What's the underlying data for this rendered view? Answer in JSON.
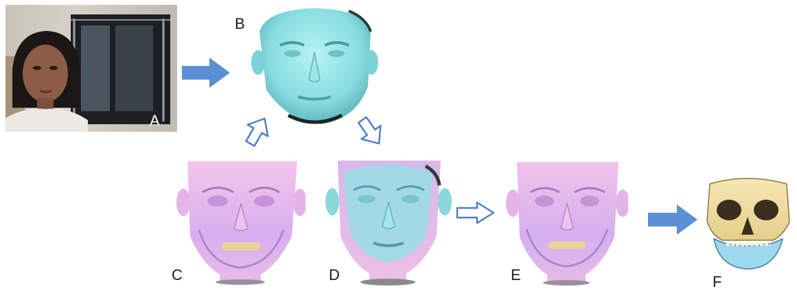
{
  "panels": {
    "a": {
      "label": "A"
    },
    "b": {
      "label": "B"
    },
    "c": {
      "label": "C"
    },
    "d": {
      "label": "D"
    },
    "e": {
      "label": "E"
    },
    "f": {
      "label": "F"
    }
  },
  "colors": {
    "face_scan": "#8ee3e6",
    "template_pink": "#efb6e4",
    "template_violet": "#c7a6ec",
    "skull_bone": "#f2e2a6",
    "mandible": "#9ed8ee",
    "arrow_fill": "#5b8fd6",
    "arrow_outline": "#4f7fc7"
  }
}
